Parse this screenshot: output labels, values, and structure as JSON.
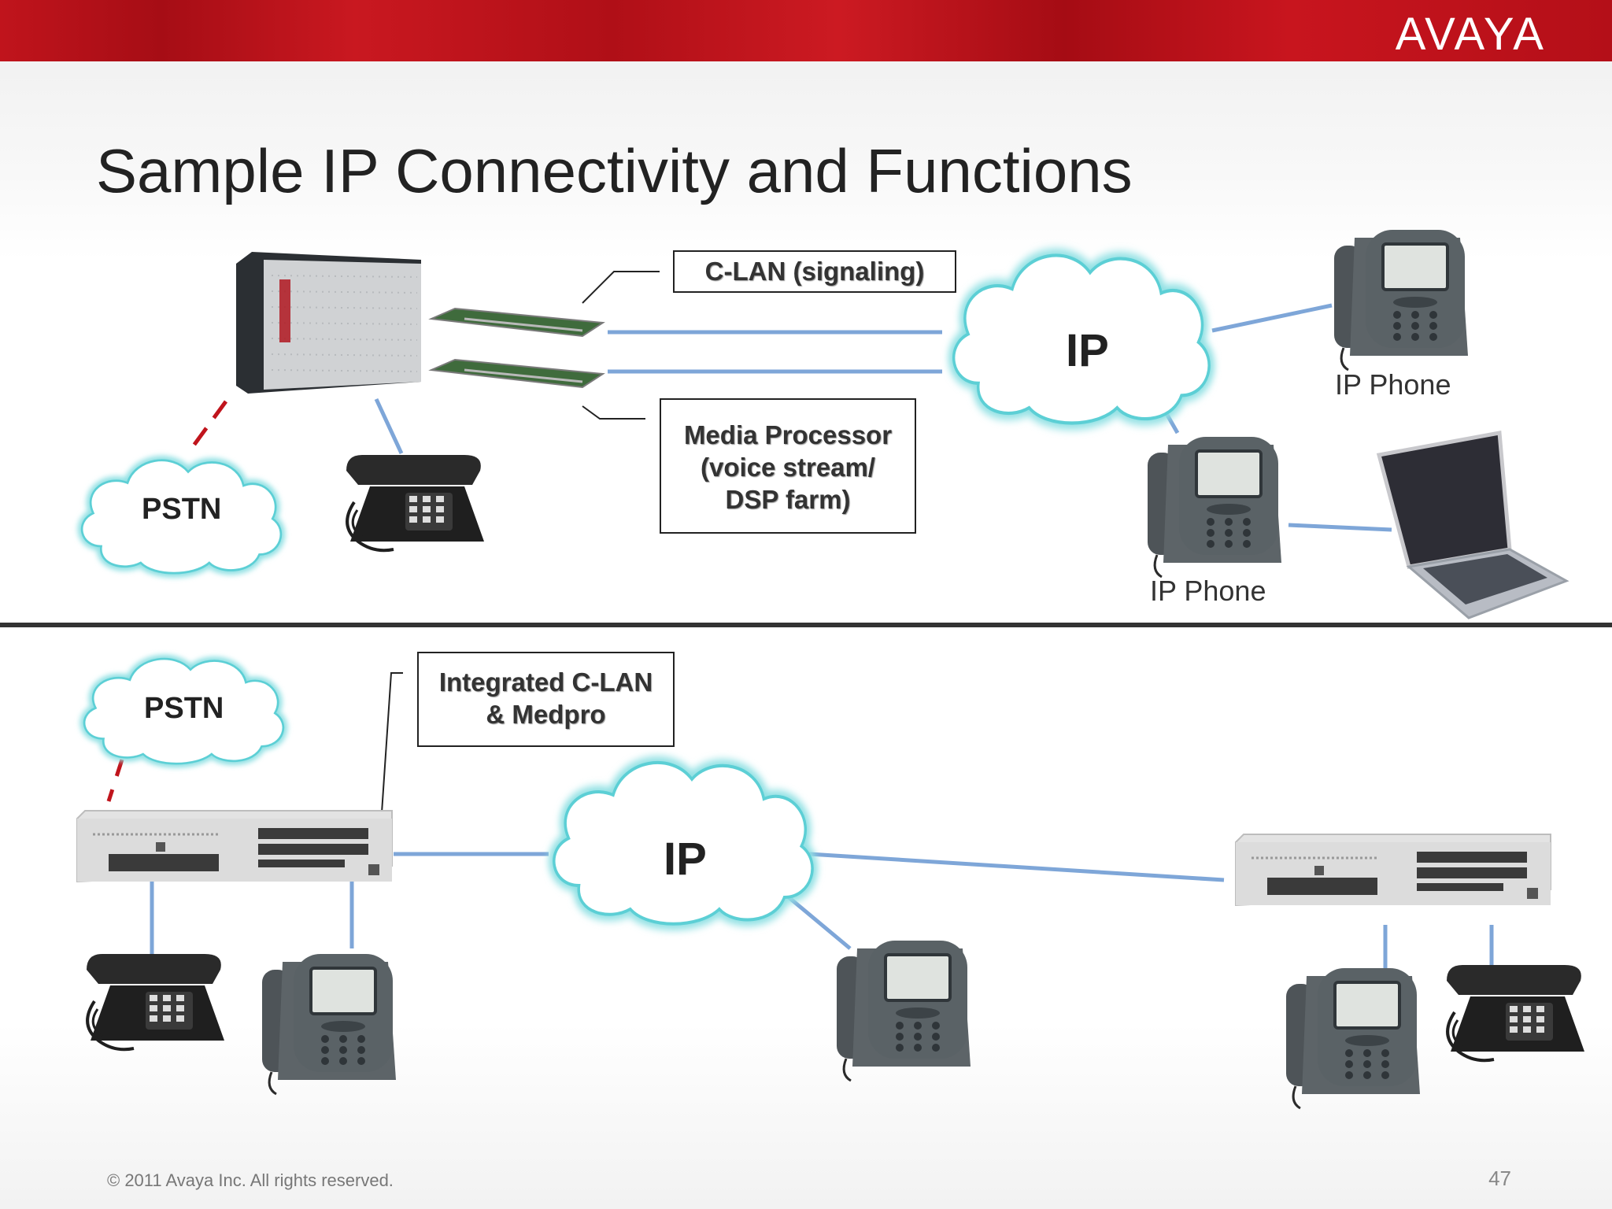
{
  "brand": {
    "logo_text": "AVAYA"
  },
  "slide": {
    "title": "Sample IP Connectivity and Functions",
    "footer": "© 2011 Avaya Inc. All rights reserved.",
    "page_number": "47"
  },
  "top_section": {
    "clan_label": "C-LAN (signaling)",
    "medpro_label": "Media Processor\n(voice stream/\nDSP farm)",
    "pstn_label": "PSTN",
    "ip_label": "IP",
    "ip_phone_label_1": "IP Phone",
    "ip_phone_label_2": "IP Phone"
  },
  "bottom_section": {
    "integrated_label": "Integrated C-LAN\n& Medpro",
    "pstn_label": "PSTN",
    "ip_label": "IP"
  },
  "colors": {
    "brand_red": "#c0141c",
    "link_blue": "#7ea6d8",
    "cloud_outline": "#6fd3d8",
    "pstn_dash": "#c0141c"
  },
  "icons": {
    "server": "media-server-icon",
    "card": "circuit-card-icon",
    "analog_phone": "analog-phone-icon",
    "ip_phone": "ip-phone-icon",
    "laptop": "laptop-icon",
    "gateway": "branch-gateway-icon"
  }
}
